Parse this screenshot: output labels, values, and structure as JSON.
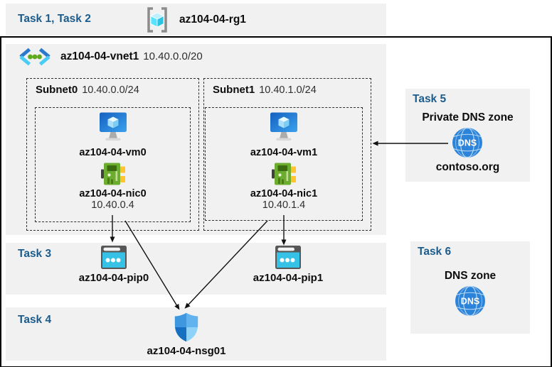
{
  "palette": {
    "band_background": "#f1f1f1",
    "task_heading_blue": "#1b5c8c",
    "frame_border": "#000000",
    "dashed_border": "#2f2f2f",
    "arrow": "#111111",
    "vm_blue": "#2180d8",
    "nic_green": "#6cad2f",
    "nic_yellow": "#ffc32b",
    "pip_cyan": "#35c2e6",
    "shield_blue": "#3f97e0",
    "dns_blue": "#2c84da"
  },
  "header": {
    "tasks_label": "Task 1, Task 2",
    "resource_group": {
      "icon": "resource-group-icon",
      "name": "az104-04-rg1"
    }
  },
  "vnet": {
    "icon": "virtual-network-icon",
    "name": "az104-04-vnet1",
    "cidr": "10.40.0.0/20",
    "subnets": [
      {
        "name": "Subnet0",
        "cidr": "10.40.0.0/24",
        "vm": {
          "icon": "virtual-machine-icon",
          "name": "az104-04-vm0"
        },
        "nic": {
          "icon": "network-interface-icon",
          "name": "az104-04-nic0",
          "ip": "10.40.0.4"
        }
      },
      {
        "name": "Subnet1",
        "cidr": "10.40.1.0/24",
        "vm": {
          "icon": "virtual-machine-icon",
          "name": "az104-04-vm1"
        },
        "nic": {
          "icon": "network-interface-icon",
          "name": "az104-04-nic1",
          "ip": "10.40.1.4"
        }
      }
    ]
  },
  "task3": {
    "heading": "Task 3",
    "public_ips": [
      {
        "icon": "public-ip-icon",
        "name": "az104-04-pip0"
      },
      {
        "icon": "public-ip-icon",
        "name": "az104-04-pip1"
      }
    ]
  },
  "task4": {
    "heading": "Task 4",
    "nsg": {
      "icon": "nsg-shield-icon",
      "name": "az104-04-nsg01"
    }
  },
  "task5": {
    "heading": "Task 5",
    "title": "Private DNS zone",
    "icon": "dns-globe-icon",
    "zone_name": "contoso.org"
  },
  "task6": {
    "heading": "Task 6",
    "title": "DNS zone",
    "icon": "dns-globe-icon"
  },
  "connections": [
    "az104-04-nic0 -> az104-04-pip0",
    "az104-04-nic1 -> az104-04-pip1",
    "az104-04-nic0 -> az104-04-nsg01",
    "az104-04-nic1 -> az104-04-nsg01",
    "contoso.org -> Subnet1"
  ]
}
